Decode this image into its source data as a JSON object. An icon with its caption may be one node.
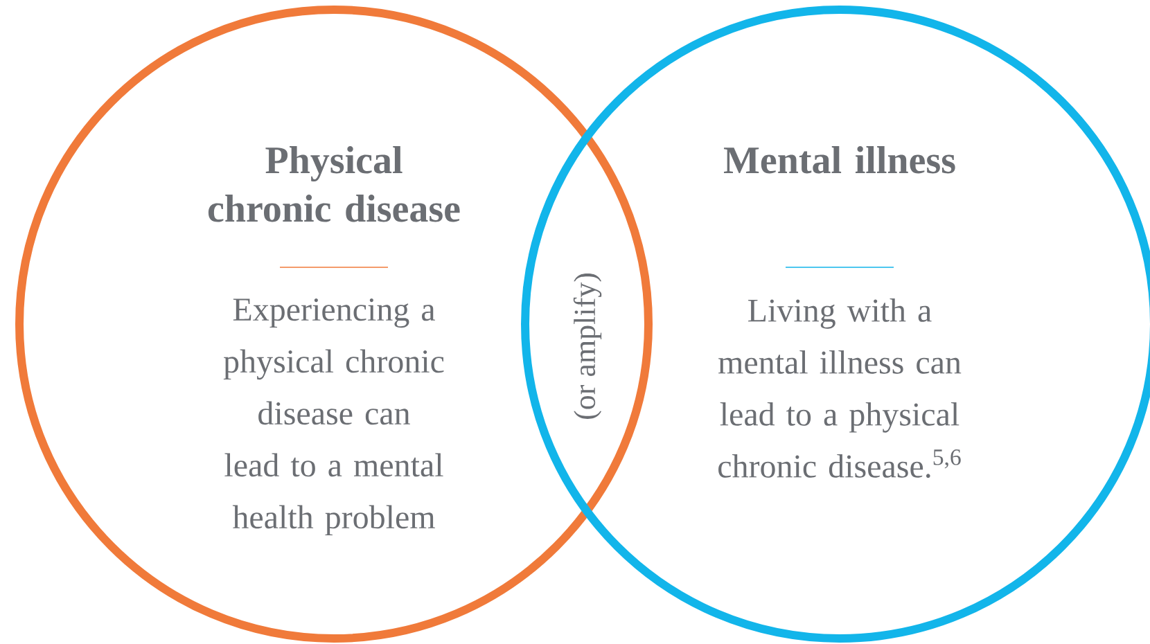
{
  "diagram": {
    "nodes": [
      {
        "text": [
          "Physical chronic disease",
          "Experiencing a physical chronic disease can lead to a mental health problem"
        ]
      },
      {
        "text": [
          "Mental illness",
          "Living with a mental illness can lead to a physical chronic disease.$^{5,6}$"
        ]
      }
    ],
    "labels": [
      "(or amplify)"
    ]
  }
}
